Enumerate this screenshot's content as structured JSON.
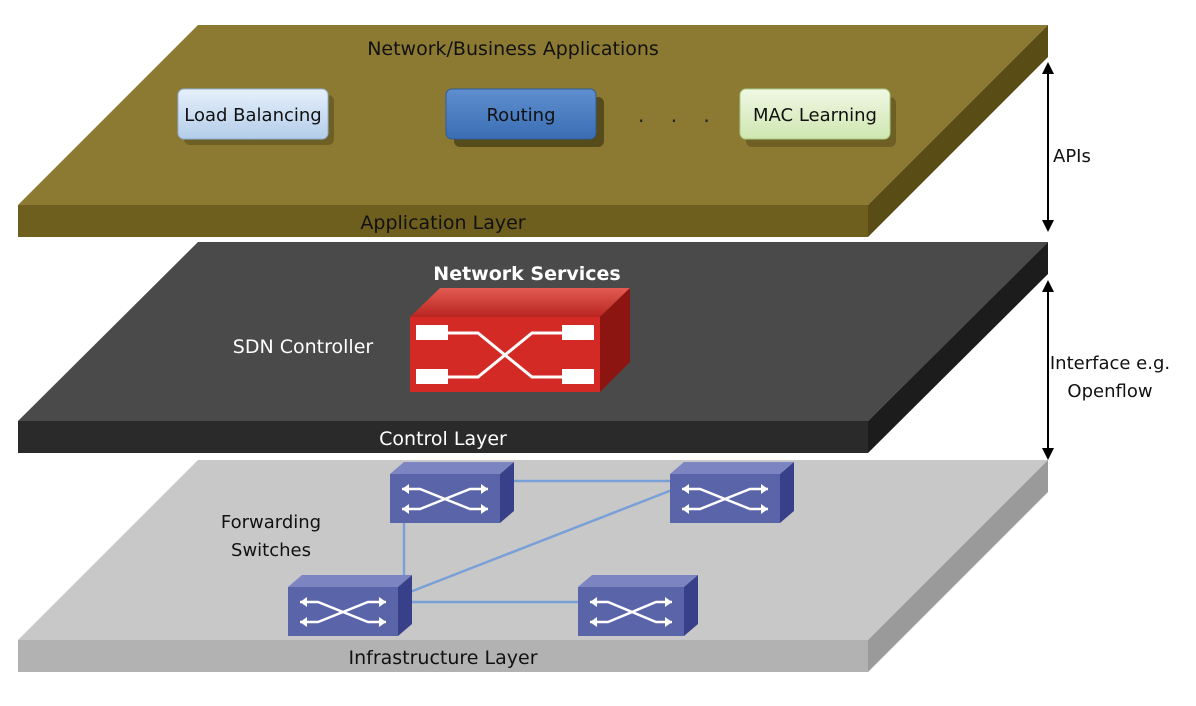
{
  "application_layer": {
    "title": "Network/Business Applications",
    "label": "Application Layer",
    "apps": [
      "Load Balancing",
      "Routing",
      "MAC Learning"
    ],
    "ellipsis": ". . ."
  },
  "control_layer": {
    "services_label": "Network Services",
    "controller_label": "SDN Controller",
    "label": "Control Layer"
  },
  "infrastructure_layer": {
    "switches_label_line1": "Forwarding",
    "switches_label_line2": "Switches",
    "label": "Infrastructure Layer"
  },
  "interfaces": {
    "apis": "APIs",
    "southbound_line1": "Interface e.g.",
    "southbound_line2": "Openflow"
  },
  "colors": {
    "app_top": "#8c7a33",
    "app_front": "#6e5f1e",
    "control_top": "#4a4a4a",
    "control_front": "#2a2a2a",
    "infra_top": "#c8c8c8",
    "infra_front": "#b2b2b2",
    "switch": "#5a64a8",
    "controller": "#d42a26",
    "link": "#7aa0d8"
  }
}
